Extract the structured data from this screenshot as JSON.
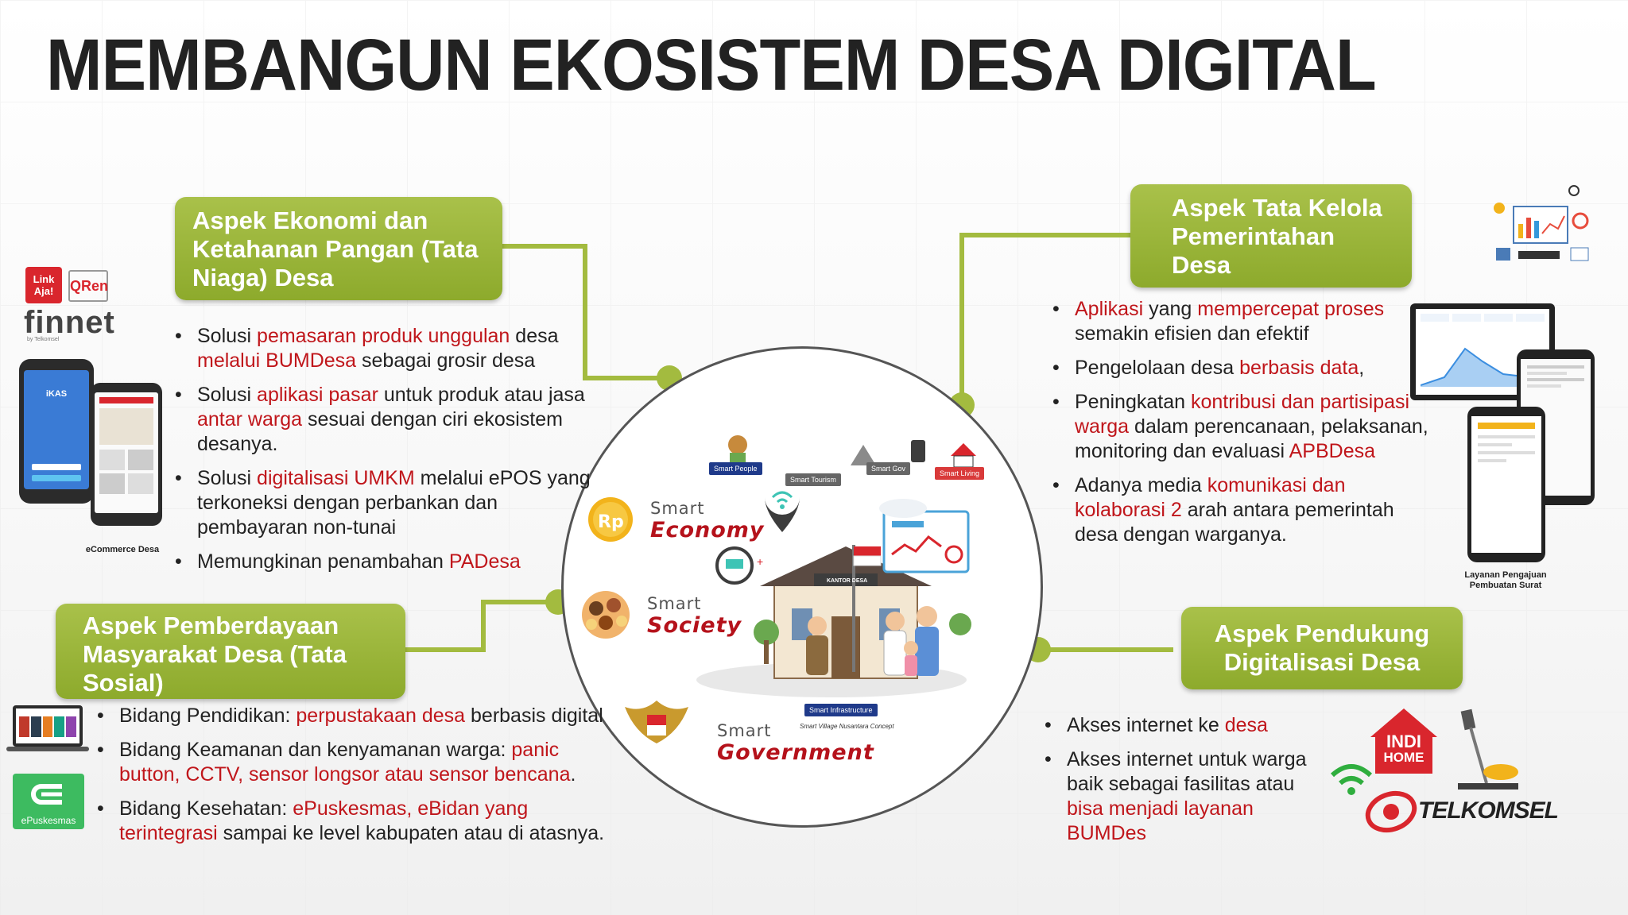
{
  "title": "MEMBANGUN EKOSISTEM DESA DIGITAL",
  "colors": {
    "accent_green": "#9bb63a",
    "highlight_red": "#c0161b",
    "text": "#222222"
  },
  "aspects": {
    "ekonomi": {
      "title": "Aspek Ekonomi dan Ketahanan Pangan (Tata Niaga) Desa",
      "bullets": [
        [
          {
            "t": "Solusi "
          },
          {
            "t": "pemasaran produk unggulan",
            "red": true
          },
          {
            "t": " desa "
          },
          {
            "t": "melalui BUMDesa",
            "red": true
          },
          {
            "t": " sebagai grosir desa"
          }
        ],
        [
          {
            "t": "Solusi "
          },
          {
            "t": "aplikasi pasar",
            "red": true
          },
          {
            "t": " untuk produk atau jasa "
          },
          {
            "t": "antar warga",
            "red": true
          },
          {
            "t": " sesuai dengan ciri ekosistem desanya."
          }
        ],
        [
          {
            "t": "Solusi "
          },
          {
            "t": "digitalisasi UMKM",
            "red": true
          },
          {
            "t": " melalui ePOS yang terkoneksi dengan perbankan dan pembayaran non-tunai"
          }
        ],
        [
          {
            "t": "Memungkinan penambahan "
          },
          {
            "t": "PADesa",
            "red": true
          }
        ]
      ]
    },
    "tata_kelola": {
      "title": "Aspek Tata Kelola Pemerintahan Desa",
      "bullets": [
        [
          {
            "t": "Aplikasi",
            "red": true
          },
          {
            "t": " yang "
          },
          {
            "t": "mempercepat proses",
            "red": true
          },
          {
            "t": " semakin efisien dan efektif"
          }
        ],
        [
          {
            "t": "Pengelolaan desa "
          },
          {
            "t": "berbasis data",
            "red": true
          },
          {
            "t": ","
          }
        ],
        [
          {
            "t": "Peningkatan "
          },
          {
            "t": "kontribusi dan partisipasi warga",
            "red": true
          },
          {
            "t": " dalam perencanaan, pelaksanan, monitoring dan evaluasi "
          },
          {
            "t": "APBDesa",
            "red": true
          }
        ],
        [
          {
            "t": "Adanya media "
          },
          {
            "t": "komunikasi dan kolaborasi 2",
            "red": true
          },
          {
            "t": " arah antara pemerintah desa dengan warganya."
          }
        ]
      ]
    },
    "pemberdayaan": {
      "title": "Aspek Pemberdayaan Masyarakat Desa (Tata Sosial)",
      "bullets": [
        [
          {
            "t": "Bidang Pendidikan: "
          },
          {
            "t": "perpustakaan desa",
            "red": true
          },
          {
            "t": " berbasis digital"
          }
        ],
        [
          {
            "t": "Bidang Keamanan dan kenyamanan warga: "
          },
          {
            "t": "panic button, CCTV, sensor longsor atau sensor bencana",
            "red": true
          },
          {
            "t": "."
          }
        ],
        [
          {
            "t": "Bidang Kesehatan: "
          },
          {
            "t": "ePuskesmas, eBidan yang terintegrasi",
            "red": true
          },
          {
            "t": " sampai ke level kabupaten atau di atasnya."
          }
        ]
      ]
    },
    "pendukung": {
      "title": "Aspek Pendukung Digitalisasi Desa",
      "bullets": [
        [
          {
            "t": "Akses internet ke "
          },
          {
            "t": "desa",
            "red": true
          }
        ],
        [
          {
            "t": "Akses internet untuk warga baik sebagai fasilitas atau "
          },
          {
            "t": "bisa menjadi layanan BUMDes",
            "red": true
          }
        ]
      ]
    }
  },
  "center": {
    "smart_word": "Smart",
    "economy": "Economy",
    "society": "Society",
    "government": "Government",
    "pills": {
      "people": "Smart People",
      "tourism": "Smart Tourism",
      "gov": "Smart Gov",
      "living": "Smart Living",
      "infrastructure": "Smart Infrastructure"
    },
    "concept": "Smart Village Nusantara Concept",
    "building_sign": "KANTOR DESA"
  },
  "side": {
    "linkaja": "Link Aja!",
    "qren": "QRen",
    "finnet": "finnet",
    "finnet_sub": "by Telkomsel",
    "ikas": "iKAS",
    "ecommerce_caption": "eCommerce Desa",
    "epuskesmas": "ePuskesmas",
    "layanan_caption": "Layanan Pengajuan Pembuatan Surat",
    "indihome_top": "INDI",
    "indihome_bottom": "HOME",
    "telkomsel": "TELKOMSEL"
  }
}
